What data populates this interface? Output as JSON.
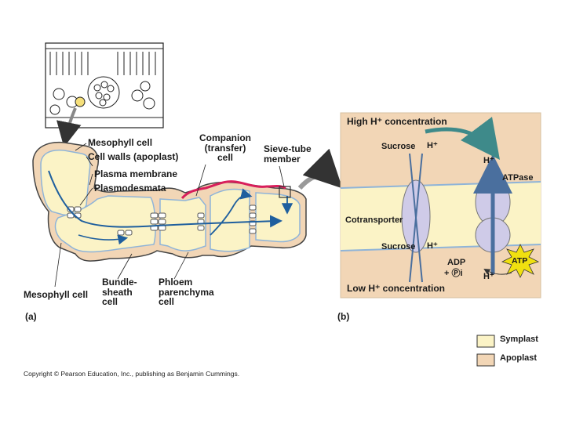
{
  "panel_a": {
    "letter": "(a)",
    "labels": {
      "mesophyll_cell_top": "Mesophyll cell",
      "cell_walls": "Cell walls (apoplast)",
      "plasma_membrane": "Plasma membrane",
      "plasmodesmata": "Plasmodesmata",
      "companion_cell": [
        "Companion",
        "(transfer)",
        "cell"
      ],
      "sieve_tube": [
        "Sieve-tube",
        "member"
      ],
      "mesophyll_cell_bottom": "Mesophyll cell",
      "bundle_sheath": [
        "Bundle-",
        "sheath",
        "cell"
      ],
      "phloem_parenchyma": [
        "Phloem",
        "parenchyma",
        "cell"
      ]
    }
  },
  "panel_b": {
    "letter": "(b)",
    "labels": {
      "high_h": "High H⁺ concentration",
      "sucrose_top": "Sucrose",
      "h_top": "H⁺",
      "h_pump_top": "H⁺",
      "atpase": "ATPase",
      "cotransporter": "Cotransporter",
      "sucrose_bottom": "Sucrose",
      "h_bottom": "H⁺",
      "adp": "ADP",
      "pi": "+ Ⓟi",
      "h_pump_bottom": "H⁺",
      "atp": "ATP",
      "low_h": "Low H⁺ concentration"
    }
  },
  "legend": {
    "symplast": "Symplast",
    "apoplast": "Apoplast",
    "symplast_color": "#fbf3c6",
    "apoplast_color": "#f2d6b6"
  },
  "colors": {
    "cell_fill": "#fbf3c6",
    "wall_fill": "#f2d6b6",
    "membrane": "#8fb4d8",
    "arrow": "#1f5f9e",
    "companion_highlight": "#d81e5b",
    "protein": "#cfcbe8",
    "atp": "#f0e010"
  },
  "copyright": "Copyright © Pearson Education, Inc., publishing as Benjamin Cummings."
}
